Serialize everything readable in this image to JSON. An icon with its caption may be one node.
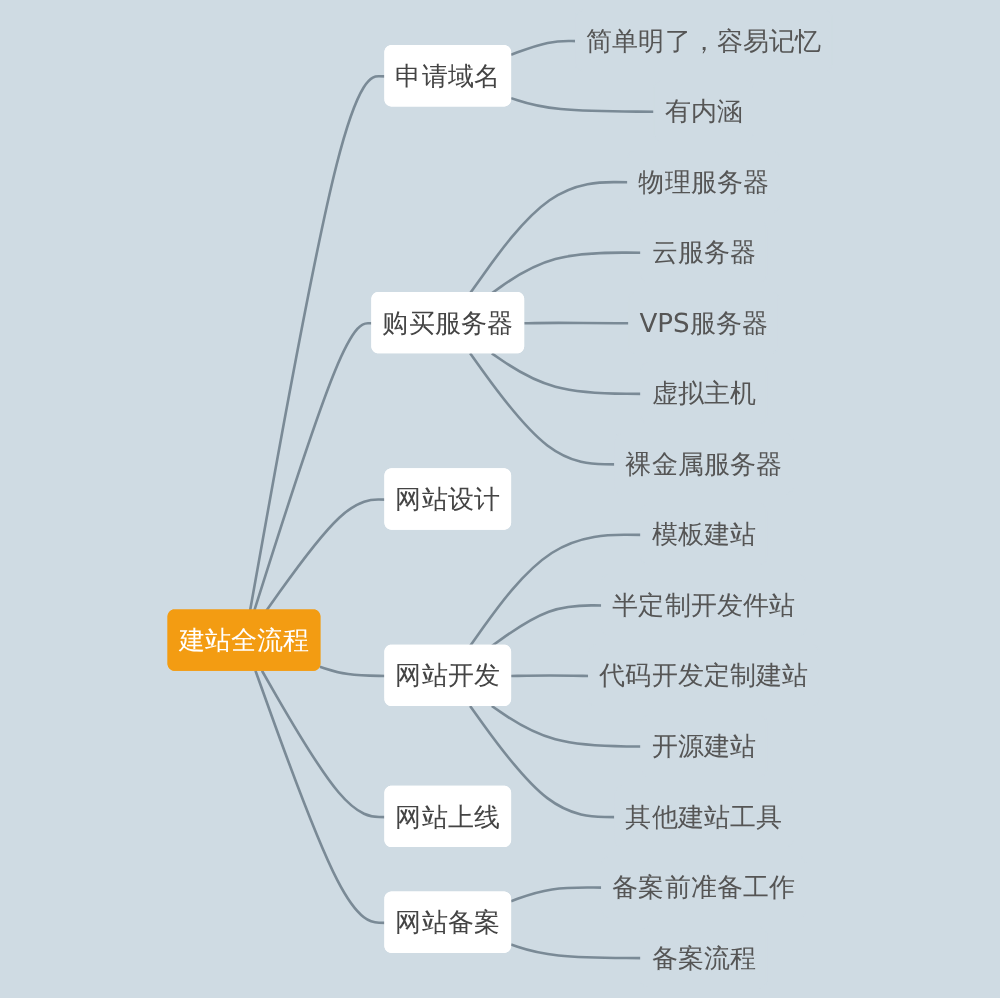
{
  "diagram": {
    "nodes": [
      {
        "text": [
          "建站全流程"
        ]
      },
      {
        "text": [
          "申请域名"
        ]
      },
      {
        "text": [
          "简单明了，容易记忆"
        ]
      },
      {
        "text": [
          "有内涵"
        ]
      },
      {
        "text": [
          "购买服务器"
        ]
      },
      {
        "text": [
          "物理服务器"
        ]
      },
      {
        "text": [
          "云服务器"
        ]
      },
      {
        "text": [
          "VPS服务器"
        ]
      },
      {
        "text": [
          "虚拟主机"
        ]
      },
      {
        "text": [
          "裸金属服务器"
        ]
      },
      {
        "text": [
          "网站设计"
        ]
      },
      {
        "text": [
          "网站开发"
        ]
      },
      {
        "text": [
          "模板建站"
        ]
      },
      {
        "text": [
          "半定制开发件站"
        ]
      },
      {
        "text": [
          "代码开发定制建站"
        ]
      },
      {
        "text": [
          "开源建站"
        ]
      },
      {
        "text": [
          "其他建站工具"
        ]
      },
      {
        "text": [
          "网站上线"
        ]
      },
      {
        "text": [
          "网站备案"
        ]
      },
      {
        "text": [
          "备案前准备工作"
        ]
      },
      {
        "text": [
          "备案流程"
        ]
      }
    ],
    "edges": [
      {
        "from": 0,
        "to": 1,
        "arrow": "none"
      },
      {
        "from": 1,
        "to": 2,
        "arrow": "none"
      },
      {
        "from": 1,
        "to": 3,
        "arrow": "none"
      },
      {
        "from": 0,
        "to": 4,
        "arrow": "none"
      },
      {
        "from": 4,
        "to": 5,
        "arrow": "none"
      },
      {
        "from": 4,
        "to": 6,
        "arrow": "none"
      },
      {
        "from": 4,
        "to": 7,
        "arrow": "none"
      },
      {
        "from": 4,
        "to": 8,
        "arrow": "none"
      },
      {
        "from": 4,
        "to": 9,
        "arrow": "none"
      },
      {
        "from": 0,
        "to": 10,
        "arrow": "none"
      },
      {
        "from": 0,
        "to": 11,
        "arrow": "none"
      },
      {
        "from": 11,
        "to": 12,
        "arrow": "none"
      },
      {
        "from": 11,
        "to": 13,
        "arrow": "none"
      },
      {
        "from": 11,
        "to": 14,
        "arrow": "none"
      },
      {
        "from": 11,
        "to": 15,
        "arrow": "none"
      },
      {
        "from": 11,
        "to": 16,
        "arrow": "none"
      },
      {
        "from": 0,
        "to": 17,
        "arrow": "none"
      },
      {
        "from": 0,
        "to": 18,
        "arrow": "none"
      },
      {
        "from": 18,
        "to": 19,
        "arrow": "none"
      },
      {
        "from": 18,
        "to": 20,
        "arrow": "none"
      }
    ]
  }
}
